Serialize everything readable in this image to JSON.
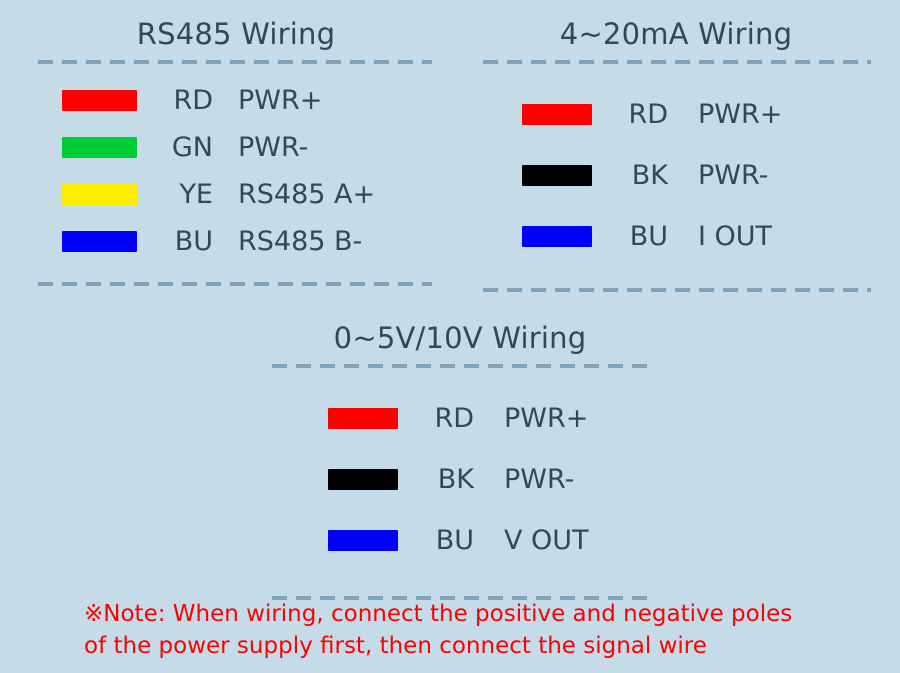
{
  "page": {
    "background_color": "#c5dce8",
    "title_color": "#2e4a5a",
    "rule_color": "#7fa3ba",
    "note_color": "#ff0000"
  },
  "panels": [
    {
      "id": "rs485",
      "title": "RS485 Wiring",
      "rows": [
        {
          "color": "#ff0000",
          "color_name": "red",
          "code": "RD",
          "function": "PWR+"
        },
        {
          "color": "#00cc33",
          "color_name": "green",
          "code": "GN",
          "function": "PWR-"
        },
        {
          "color": "#ffee00",
          "color_name": "yellow",
          "code": "YE",
          "function": "RS485 A+"
        },
        {
          "color": "#0000ff",
          "color_name": "blue",
          "code": "BU",
          "function": "RS485 B-"
        }
      ]
    },
    {
      "id": "ma420",
      "title": "4~20mA Wiring",
      "rows": [
        {
          "color": "#ff0000",
          "color_name": "red",
          "code": "RD",
          "function": "PWR+"
        },
        {
          "color": "#000000",
          "color_name": "black",
          "code": "BK",
          "function": "PWR-"
        },
        {
          "color": "#0000ff",
          "color_name": "blue",
          "code": "BU",
          "function": "I OUT"
        }
      ]
    },
    {
      "id": "voltage",
      "title": "0~5V/10V Wiring",
      "rows": [
        {
          "color": "#ff0000",
          "color_name": "red",
          "code": "RD",
          "function": "PWR+"
        },
        {
          "color": "#000000",
          "color_name": "black",
          "code": "BK",
          "function": "PWR-"
        },
        {
          "color": "#0000ff",
          "color_name": "blue",
          "code": "BU",
          "function": "V OUT"
        }
      ]
    }
  ],
  "note": {
    "line1": "※Note: When wiring, connect the positive and negative poles",
    "line2": "of the power supply first, then connect the signal wire"
  }
}
